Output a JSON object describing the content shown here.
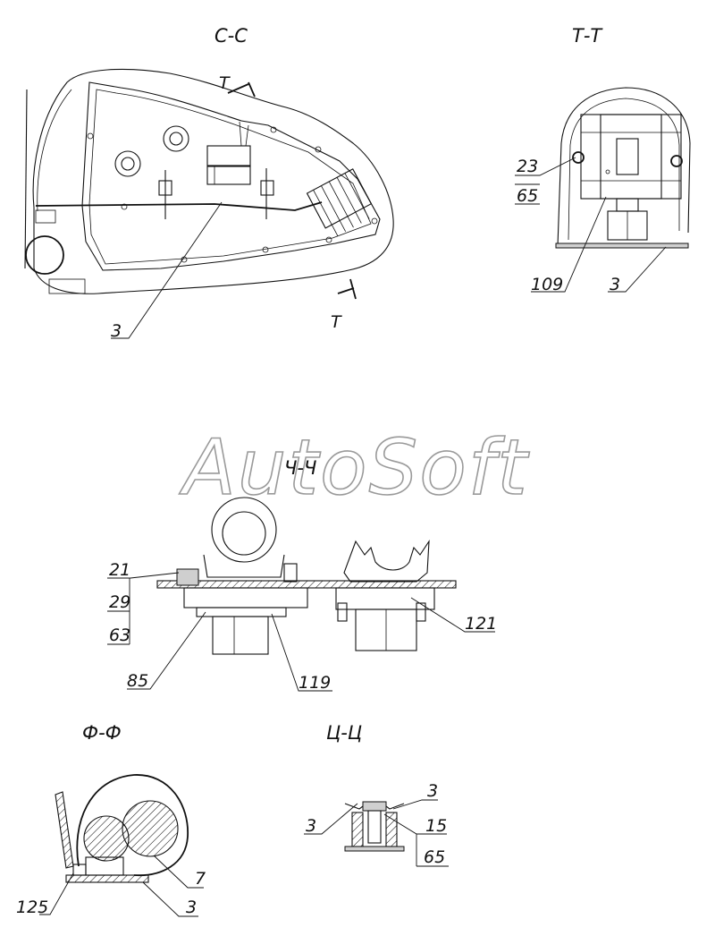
{
  "views": {
    "cc": {
      "title": "С-С",
      "cut_mark": "Т"
    },
    "tt": {
      "title": "Т-Т"
    },
    "chch": {
      "title": "Ч-Ч"
    },
    "ff": {
      "title": "Ф-Ф"
    },
    "tsts": {
      "title": "Ц-Ц"
    }
  },
  "callouts": {
    "cc_3": "3",
    "tt_23": "23",
    "tt_65": "65",
    "tt_109": "109",
    "tt_3": "3",
    "ch_21": "21",
    "ch_29": "29",
    "ch_63": "63",
    "ch_85": "85",
    "ch_119": "119",
    "ch_121": "121",
    "ff_125": "125",
    "ff_3": "3",
    "ff_7": "7",
    "ts_3a": "3",
    "ts_3b": "3",
    "ts_15": "15",
    "ts_65": "65"
  },
  "watermark": "AutoSoft"
}
